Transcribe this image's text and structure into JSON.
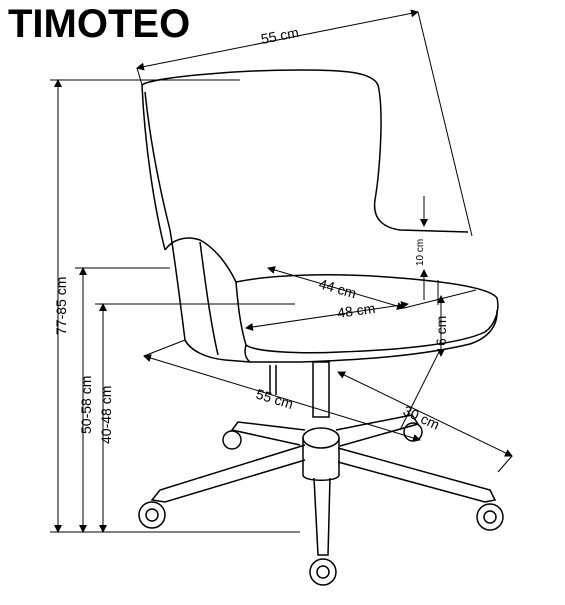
{
  "product": {
    "title": "TIMOTEO"
  },
  "dimensions": {
    "overall_width": "55 cm",
    "seat_depth": "44 cm",
    "seat_width": "48 cm",
    "armrest_height": "10 cm",
    "seat_thickness": "6 cm",
    "base_diameter": "55 cm",
    "base_radius": "30 cm",
    "total_height": "77-85 cm",
    "seat_height_upper": "50-58 cm",
    "seat_height_lower": "40-48 cm"
  },
  "colors": {
    "line": "#000000",
    "background": "#ffffff"
  }
}
